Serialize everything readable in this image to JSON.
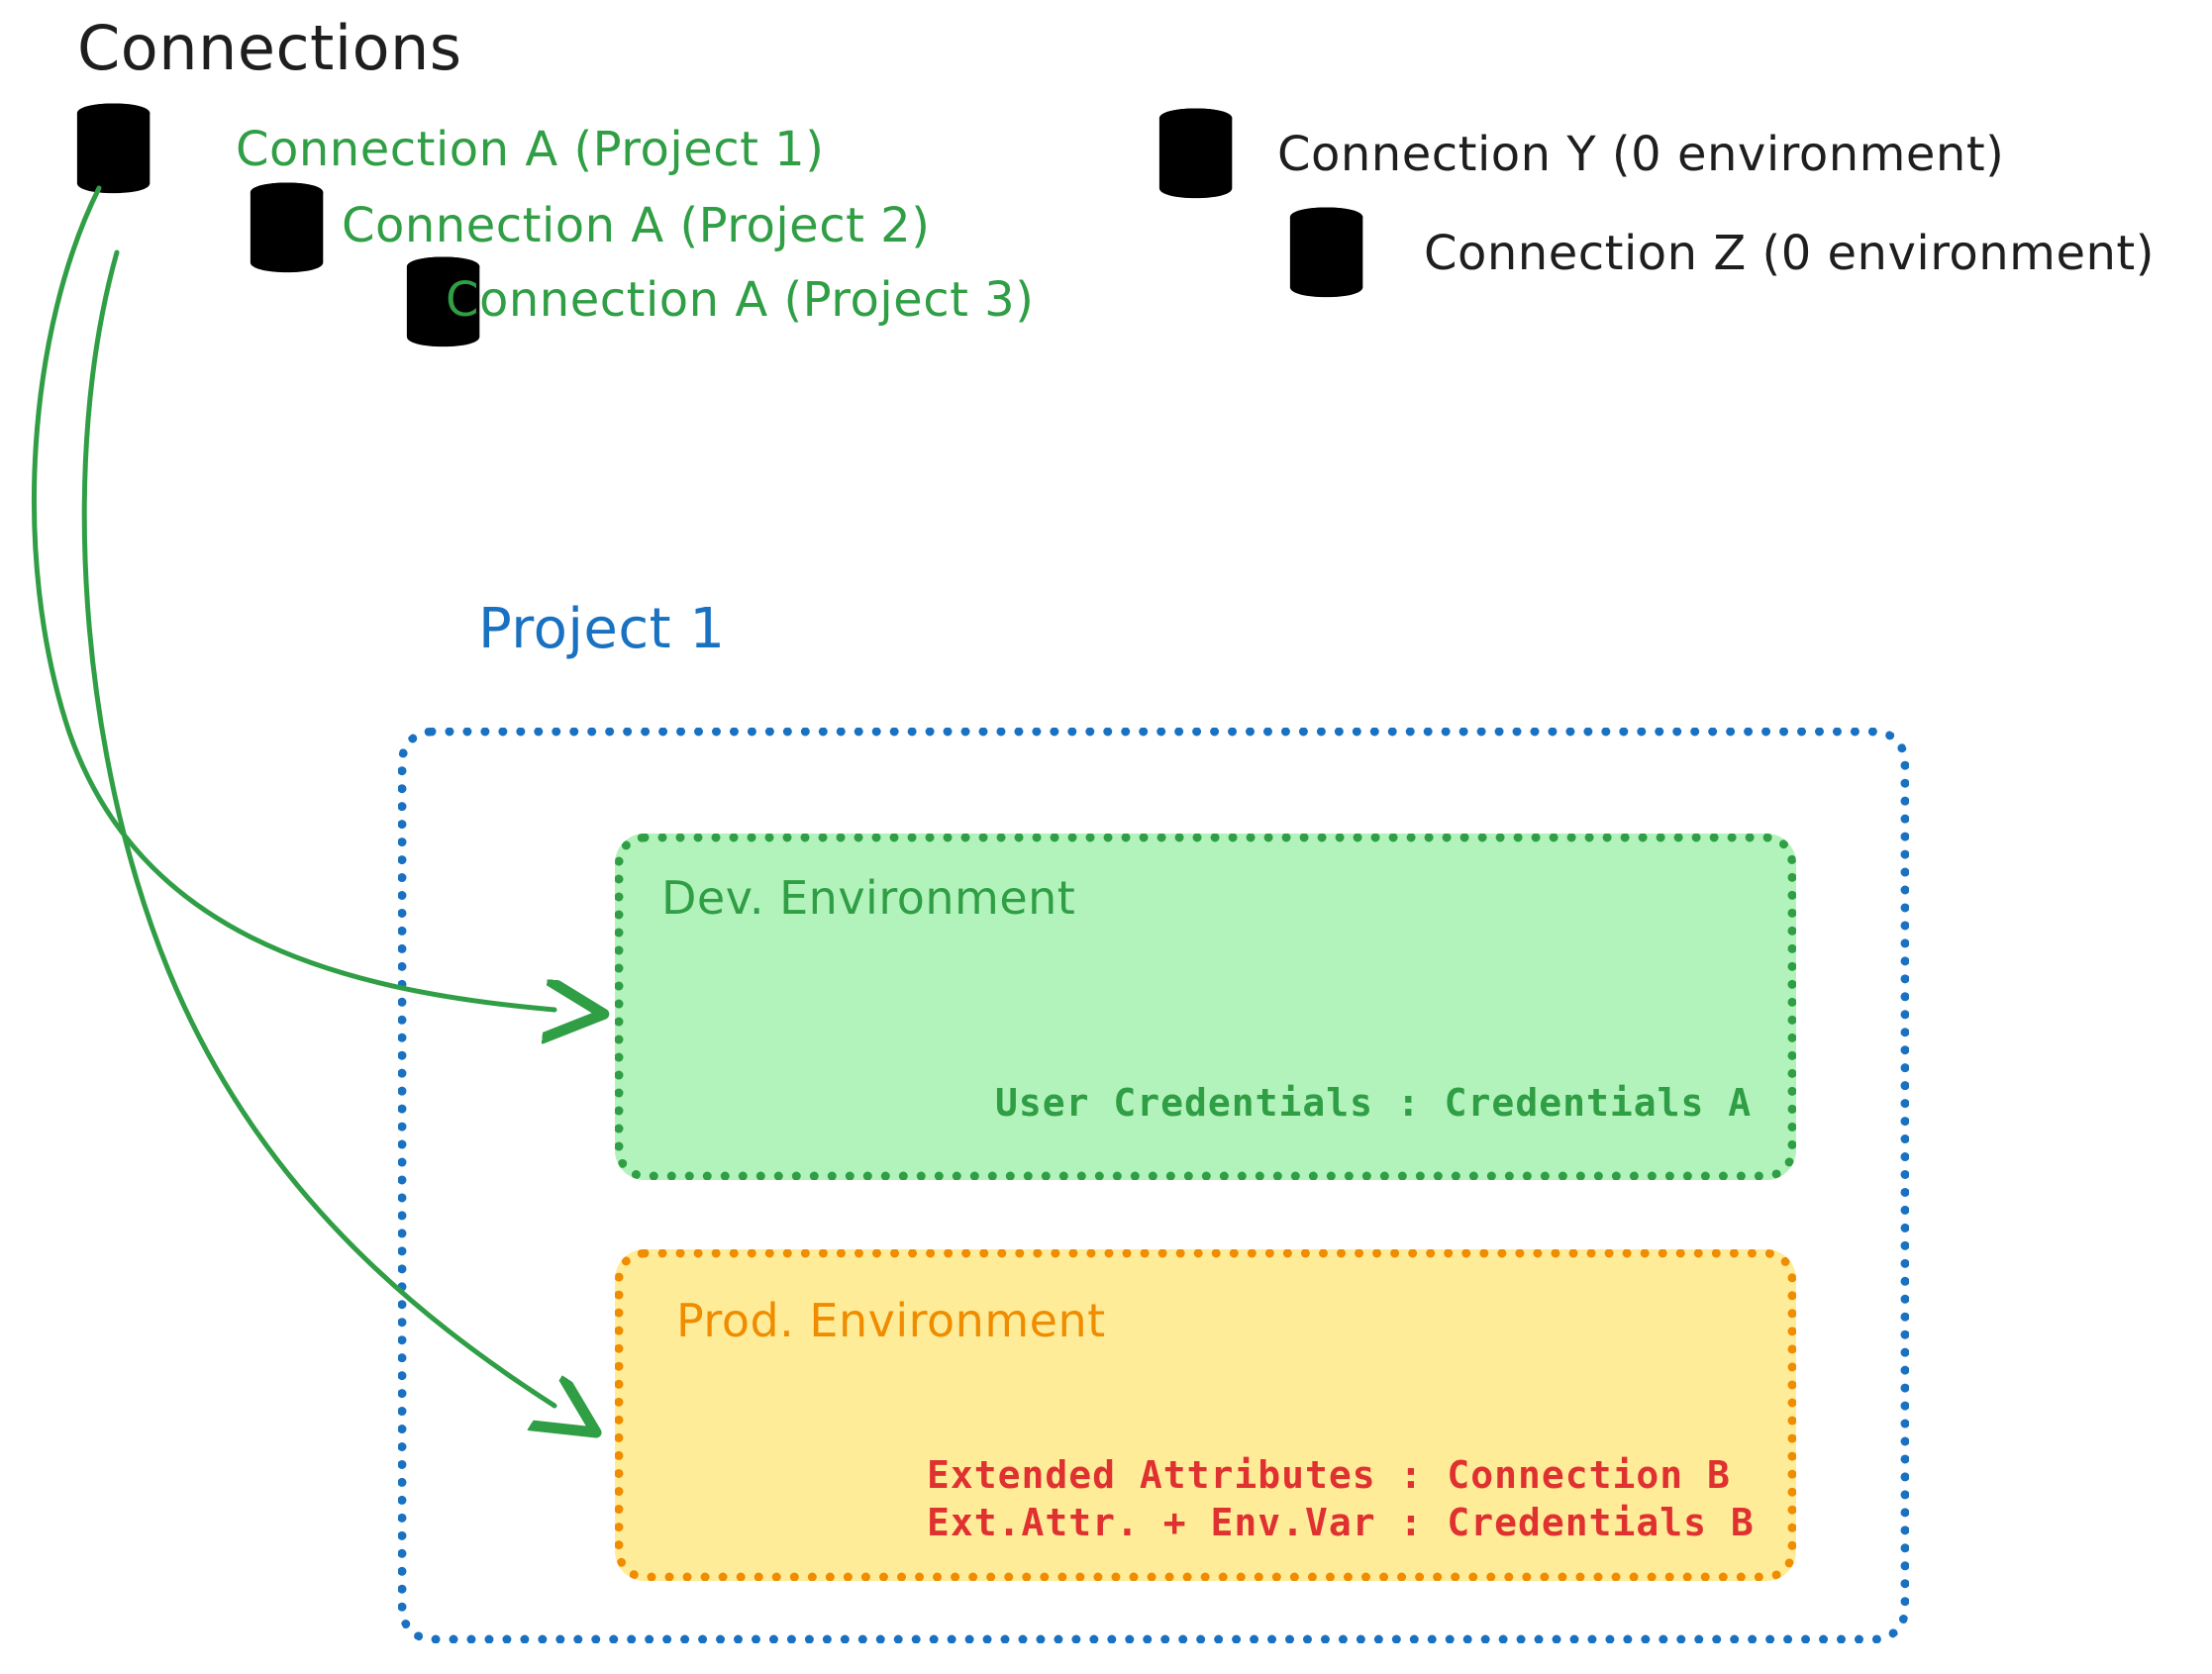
{
  "page": {
    "background": "#ffffff",
    "title": "Connections"
  },
  "palette": {
    "green_stroke": "#2f9e44",
    "green_fill": "#b2f2bb",
    "gray_stroke": "#1e1e1e",
    "gray_fill": "#ced4da",
    "blue": "#1971c2",
    "orange": "#f08c00",
    "yellow_fill": "#ffec99",
    "red": "#e03131",
    "black": "#1e1e1e"
  },
  "connections": {
    "heading": "Connections",
    "items": [
      {
        "id": "a1",
        "label": "Connection A (Project 1)",
        "color": "#2f9e44",
        "icon": "database-icon",
        "fill": "#b2f2bb"
      },
      {
        "id": "a2",
        "label": "Connection A (Project 2)",
        "color": "#2f9e44",
        "icon": "database-icon",
        "fill": "#b2f2bb"
      },
      {
        "id": "a3",
        "label": "Connection A (Project 3)",
        "color": "#2f9e44",
        "icon": "database-icon",
        "fill": "#b2f2bb"
      },
      {
        "id": "y",
        "label": "Connection Y (0 environment)",
        "color": "#1e1e1e",
        "icon": "database-icon",
        "fill": "#ced4da"
      },
      {
        "id": "z",
        "label": "Connection Z (0 environment)",
        "color": "#1e1e1e",
        "icon": "database-icon",
        "fill": "#ced4da"
      }
    ]
  },
  "project": {
    "title": "Project 1",
    "border_color": "#1971c2",
    "environments": [
      {
        "id": "dev",
        "title": "Dev. Environment",
        "border_color": "#2f9e44",
        "fill": "#b2f2bb",
        "text_color": "#2f9e44",
        "rows": [
          "User Credentials : Credentials A"
        ]
      },
      {
        "id": "prod",
        "title": "Prod. Environment",
        "border_color": "#f08c00",
        "fill": "#ffec99",
        "text_color": "#e03131",
        "rows": [
          "Extended Attributes : Connection B",
          "Ext.Attr. + Env.Var : Credentials B"
        ]
      }
    ]
  },
  "arrows": [
    {
      "id": "arrow-to-dev",
      "from": "a1",
      "to": "dev",
      "color": "#2f9e44"
    },
    {
      "id": "arrow-to-prod",
      "from": "a1",
      "to": "prod",
      "color": "#2f9e44"
    }
  ]
}
